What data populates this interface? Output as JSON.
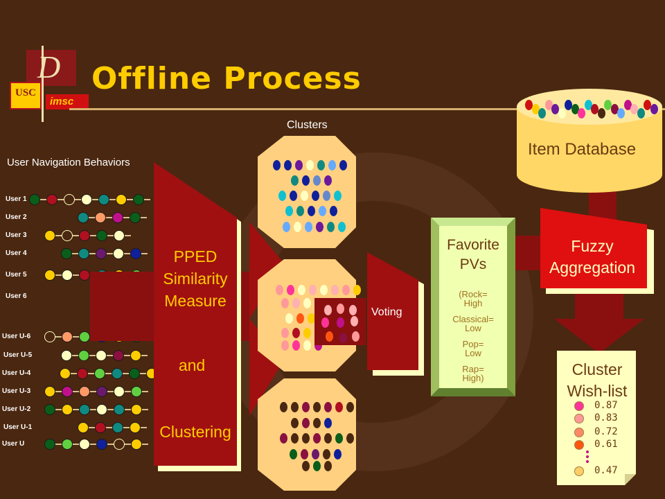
{
  "title": "Offline Process",
  "logo": {
    "letter": "D",
    "usc": "USC",
    "imsc": "imsc"
  },
  "labels": {
    "clusters": "Clusters",
    "user_nav": "User Navigation Behaviors",
    "item_db": "Item Database",
    "pped_line1": "PPED",
    "pped_line2": "Similarity",
    "pped_line3": "Measure",
    "and": "and",
    "clustering": "Clustering",
    "voting": "Voting",
    "fav_line1": "Favorite",
    "fav_line2": "PVs",
    "fuzzy_line1": "Fuzzy",
    "fuzzy_line2": "Aggregation",
    "wish_line1": "Cluster",
    "wish_line2": "Wish-list"
  },
  "pvs": [
    {
      "a": "(Rock=",
      "b": "High"
    },
    {
      "a": "Classical=",
      "b": "Low"
    },
    {
      "a": "Pop=",
      "b": "Low"
    },
    {
      "a": "Rap=",
      "b": "High)"
    }
  ],
  "users": [
    {
      "label": "User 1",
      "beads": [
        "#0a5e1a",
        "#b01020",
        "#4a2710",
        "#ffffc0",
        "#108a80",
        "#ffcc00",
        "#0a5e1a"
      ]
    },
    {
      "label": "User 2",
      "beads": [
        "#108a80",
        "#ff9966",
        "#c0108a",
        "#0a5e1a"
      ]
    },
    {
      "label": "User 3",
      "beads": [
        "#ffcc00",
        "#4a2710",
        "#b01020",
        "#0a5e1a",
        "#ffffc0"
      ]
    },
    {
      "label": "User 4",
      "beads": [
        "#0a5e1a",
        "#108a80",
        "#6a1a6a",
        "#ffffc0",
        "#10209a"
      ]
    },
    {
      "label": "User 5",
      "beads": [
        "#ffcc00",
        "#ffffc0",
        "#b01020",
        "#108a80",
        "#ffcc00",
        "#60d040"
      ]
    },
    {
      "label": "User 6",
      "beads": [
        "#4a2710",
        "#0a5e1a",
        "#6a1a6a"
      ]
    },
    {
      "label": "User U-6",
      "beads": [
        "#4a2710",
        "#ff9966",
        "#60d040",
        "#10209a",
        "#ffcc00",
        "#0a5e1a"
      ]
    },
    {
      "label": "User U-5",
      "beads": [
        "#ffffc0",
        "#60d040",
        "#ffffc0",
        "#8a1040",
        "#ffcc00"
      ]
    },
    {
      "label": "User U-4",
      "beads": [
        "#ffcc00",
        "#b01020",
        "#60d040",
        "#108a80",
        "#0a5e1a",
        "#ffcc00"
      ]
    },
    {
      "label": "User U-3",
      "beads": [
        "#ffcc00",
        "#c0108a",
        "#ff9966",
        "#6a1a6a",
        "#ffffc0",
        "#60d040"
      ]
    },
    {
      "label": "User U-2",
      "beads": [
        "#0a5e1a",
        "#ffcc00",
        "#108a80",
        "#ffffc0",
        "#108a80",
        "#ffcc00"
      ]
    },
    {
      "label": "User U-1",
      "beads": [
        "#ffcc00",
        "#b01020",
        "#108a80",
        "#ffcc00"
      ]
    },
    {
      "label": "User U",
      "beads": [
        "#0a5e1a",
        "#60d040",
        "#ffffc0",
        "#10209a",
        "#4a2710",
        "#ffcc00"
      ]
    }
  ],
  "wishlist": [
    {
      "score": "0.87",
      "color": "#ff3399"
    },
    {
      "score": "0.83",
      "color": "#ff9999"
    },
    {
      "score": "0.72",
      "color": "#ff8866"
    },
    {
      "score": "0.61",
      "color": "#ff5511"
    },
    {
      "score": "0.47",
      "color": "#ffcc66"
    }
  ],
  "colors": {
    "accent": "#ffcc00",
    "panel_red": "#a01010",
    "db_yellow": "#ffd766",
    "cluster_bg": "#ffd080",
    "fav_green": "#f0ffb0"
  }
}
